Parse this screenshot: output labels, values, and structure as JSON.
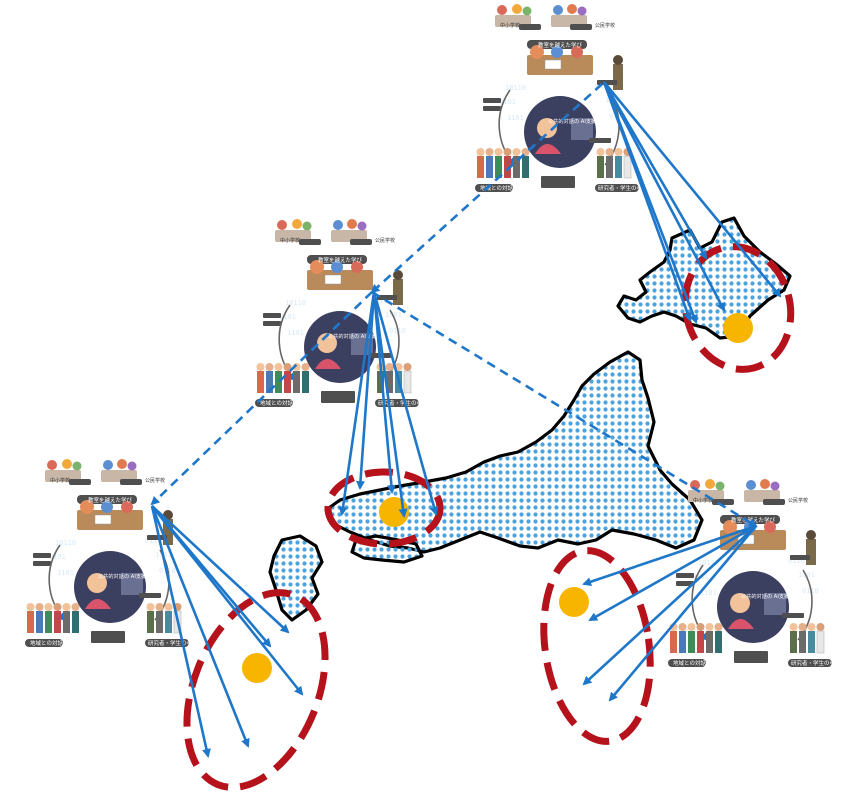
{
  "colors": {
    "arrow": "#1f77c9",
    "region_ring": "#b5121b",
    "region_dot": "#f8b500",
    "map_dots": "#4ca3dd",
    "card_dark": "#3b3f60",
    "label_bg": "#4f4f4f"
  },
  "hub_labels": {
    "top": "教室を越えた学び",
    "middle": "公共的対話の AI支援システム",
    "bottom_left": "地域との対話",
    "bottom_right": "研究者・学生の参画"
  },
  "school_labels": [
    "中小学校",
    "公民学校"
  ],
  "hubs": [
    {
      "id": "hub-north"
    },
    {
      "id": "hub-center"
    },
    {
      "id": "hub-west"
    },
    {
      "id": "hub-east"
    }
  ],
  "regions": [
    {
      "id": "hokkaido"
    },
    {
      "id": "chugoku"
    },
    {
      "id": "kyushu"
    },
    {
      "id": "pacific"
    }
  ]
}
